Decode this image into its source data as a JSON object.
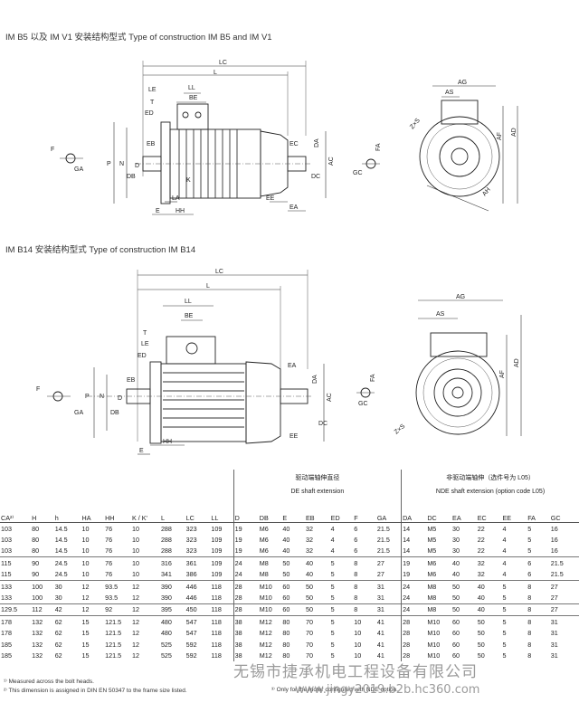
{
  "section1_title": "IM B5 以及 IM V1 安装结构型式   Type of construction IM B5 and IM V1",
  "section2_title": "IM B14 安装结构型式   Type of construction IM B14",
  "labels_b5": {
    "LC": "LC",
    "L": "L",
    "LE": "LE",
    "LL": "LL",
    "BE": "BE",
    "ED": "ED",
    "T": "T",
    "EB": "EB",
    "D": "D",
    "DB": "DB",
    "N": "N",
    "P": "P",
    "F": "F",
    "GA": "GA",
    "LA": "LA",
    "E": "E",
    "HH": "HH",
    "K": "K",
    "EE": "EE",
    "EC": "EC",
    "EA": "EA",
    "DA": "DA",
    "DC": "DC",
    "AC": "AC",
    "FA": "FA",
    "GC": "GC",
    "AG": "AG",
    "AS": "AS",
    "ZxS": "Z×S",
    "AF": "AF",
    "AD": "AD",
    "AH": "AH"
  },
  "labels_b14": {
    "LC": "LC",
    "L": "L",
    "LL": "LL",
    "BE": "BE",
    "T": "T",
    "LE": "LE",
    "ED": "ED",
    "EB": "EB",
    "D": "D",
    "DB": "DB",
    "P": "P",
    "N": "N",
    "F": "F",
    "GA": "GA",
    "HH": "HH",
    "E": "E",
    "EA": "EA",
    "DA": "DA",
    "AC": "AC",
    "DC": "DC",
    "EE": "EE",
    "FA": "FA",
    "GC": "GC",
    "AG": "AG",
    "AS": "AS",
    "AF": "AF",
    "AD": "AD",
    "ZxS": "Z×S"
  },
  "table": {
    "group_de": "驱动端轴伸直径",
    "group_de_en": "DE shaft extension",
    "group_nde": "非驱动端轴伸（选件号为 L05）",
    "group_nde_en": "NDE shaft extension  (option code L05)",
    "columns": [
      "CA²⁾",
      "H",
      "h",
      "HA",
      "HH",
      "K / K'",
      "L",
      "LC",
      "LL",
      "D",
      "DB",
      "E",
      "EB",
      "ED",
      "F",
      "GA",
      "DA",
      "DC",
      "EA",
      "EC",
      "EE",
      "FA",
      "GC"
    ],
    "rows": [
      [
        "103",
        "80",
        "14.5",
        "10",
        "76",
        "10",
        "288",
        "323",
        "109",
        "19",
        "M6",
        "40",
        "32",
        "4",
        "6",
        "21.5",
        "14",
        "M5",
        "30",
        "22",
        "4",
        "5",
        "16"
      ],
      [
        "103",
        "80",
        "14.5",
        "10",
        "76",
        "10",
        "288",
        "323",
        "109",
        "19",
        "M6",
        "40",
        "32",
        "4",
        "6",
        "21.5",
        "14",
        "M5",
        "30",
        "22",
        "4",
        "5",
        "16"
      ],
      [
        "103",
        "80",
        "14.5",
        "10",
        "76",
        "10",
        "288",
        "323",
        "109",
        "19",
        "M6",
        "40",
        "32",
        "4",
        "6",
        "21.5",
        "14",
        "M5",
        "30",
        "22",
        "4",
        "5",
        "16"
      ],
      [
        "115",
        "90",
        "24.5",
        "10",
        "76",
        "10",
        "316",
        "361",
        "109",
        "24",
        "M8",
        "50",
        "40",
        "5",
        "8",
        "27",
        "19",
        "M6",
        "40",
        "32",
        "4",
        "6",
        "21.5"
      ],
      [
        "115",
        "90",
        "24.5",
        "10",
        "76",
        "10",
        "341",
        "386",
        "109",
        "24",
        "M8",
        "50",
        "40",
        "5",
        "8",
        "27",
        "19",
        "M6",
        "40",
        "32",
        "4",
        "6",
        "21.5"
      ],
      [
        "133",
        "100",
        "30",
        "12",
        "93.5",
        "12",
        "390",
        "446",
        "118",
        "28",
        "M10",
        "60",
        "50",
        "5",
        "8",
        "31",
        "24",
        "M8",
        "50",
        "40",
        "5",
        "8",
        "27"
      ],
      [
        "133",
        "100",
        "30",
        "12",
        "93.5",
        "12",
        "390",
        "446",
        "118",
        "28",
        "M10",
        "60",
        "50",
        "5",
        "8",
        "31",
        "24",
        "M8",
        "50",
        "40",
        "5",
        "8",
        "27"
      ],
      [
        "129.5",
        "112",
        "42",
        "12",
        "92",
        "12",
        "395",
        "450",
        "118",
        "28",
        "M10",
        "60",
        "50",
        "5",
        "8",
        "31",
        "24",
        "M8",
        "50",
        "40",
        "5",
        "8",
        "27"
      ],
      [
        "178",
        "132",
        "62",
        "15",
        "121.5",
        "12",
        "480",
        "547",
        "118",
        "38",
        "M12",
        "80",
        "70",
        "5",
        "10",
        "41",
        "28",
        "M10",
        "60",
        "50",
        "5",
        "8",
        "31"
      ],
      [
        "178",
        "132",
        "62",
        "15",
        "121.5",
        "12",
        "480",
        "547",
        "118",
        "38",
        "M12",
        "80",
        "70",
        "5",
        "10",
        "41",
        "28",
        "M10",
        "60",
        "50",
        "5",
        "8",
        "31"
      ],
      [
        "185",
        "132",
        "62",
        "15",
        "121.5",
        "12",
        "525",
        "592",
        "118",
        "38",
        "M12",
        "80",
        "70",
        "5",
        "10",
        "41",
        "28",
        "M10",
        "60",
        "50",
        "5",
        "8",
        "31"
      ],
      [
        "185",
        "132",
        "62",
        "15",
        "121.5",
        "12",
        "525",
        "592",
        "118",
        "38",
        "M12",
        "80",
        "70",
        "5",
        "10",
        "41",
        "28",
        "M10",
        "60",
        "50",
        "5",
        "8",
        "31"
      ]
    ]
  },
  "footnotes": {
    "n1": "¹⁾  Measured across the bolt heads.",
    "n2": "²⁾  This dimension is assigned in DIN EN 50347 to the frame size listed.",
    "n3": "³⁾  Only for the motor configured with NDE option."
  },
  "watermark": "无锡市捷承机电工程设备有限公司",
  "watermark_url": "www.jingy2019.b2b.hc360.com"
}
